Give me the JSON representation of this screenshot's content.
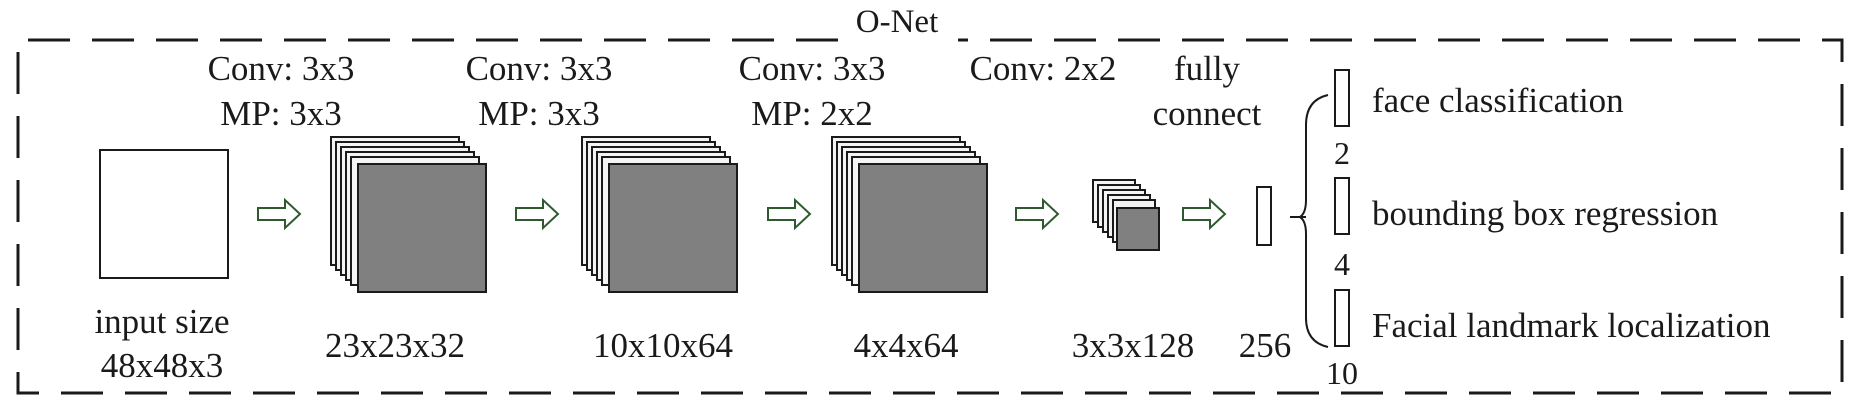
{
  "diagram": {
    "title": "O-Net",
    "input": {
      "caption_line1": "input size",
      "caption_line2": "48x48x3"
    },
    "stages": [
      {
        "op_line1": "Conv: 3x3",
        "op_line2": "MP: 3x3",
        "output": "23x23x32"
      },
      {
        "op_line1": "Conv: 3x3",
        "op_line2": "MP: 3x3",
        "output": "10x10x64"
      },
      {
        "op_line1": "Conv: 3x3",
        "op_line2": "MP: 2x2",
        "output": "4x4x64"
      },
      {
        "op_line1": "Conv: 2x2",
        "op_line2": "",
        "output": "3x3x128"
      },
      {
        "op_line1": "fully",
        "op_line2": "connect",
        "output": "256"
      }
    ],
    "heads": [
      {
        "label": "face classification",
        "size": "2"
      },
      {
        "label": "bounding box regression",
        "size": "4"
      },
      {
        "label": "Facial landmark localization",
        "size": "10"
      }
    ],
    "colors": {
      "stroke": "#1a1a1a",
      "feature_map_fill": "#808080",
      "stacked_map_fill": "#f4f4f4",
      "arrow_stroke": "#2f5a2f"
    }
  }
}
